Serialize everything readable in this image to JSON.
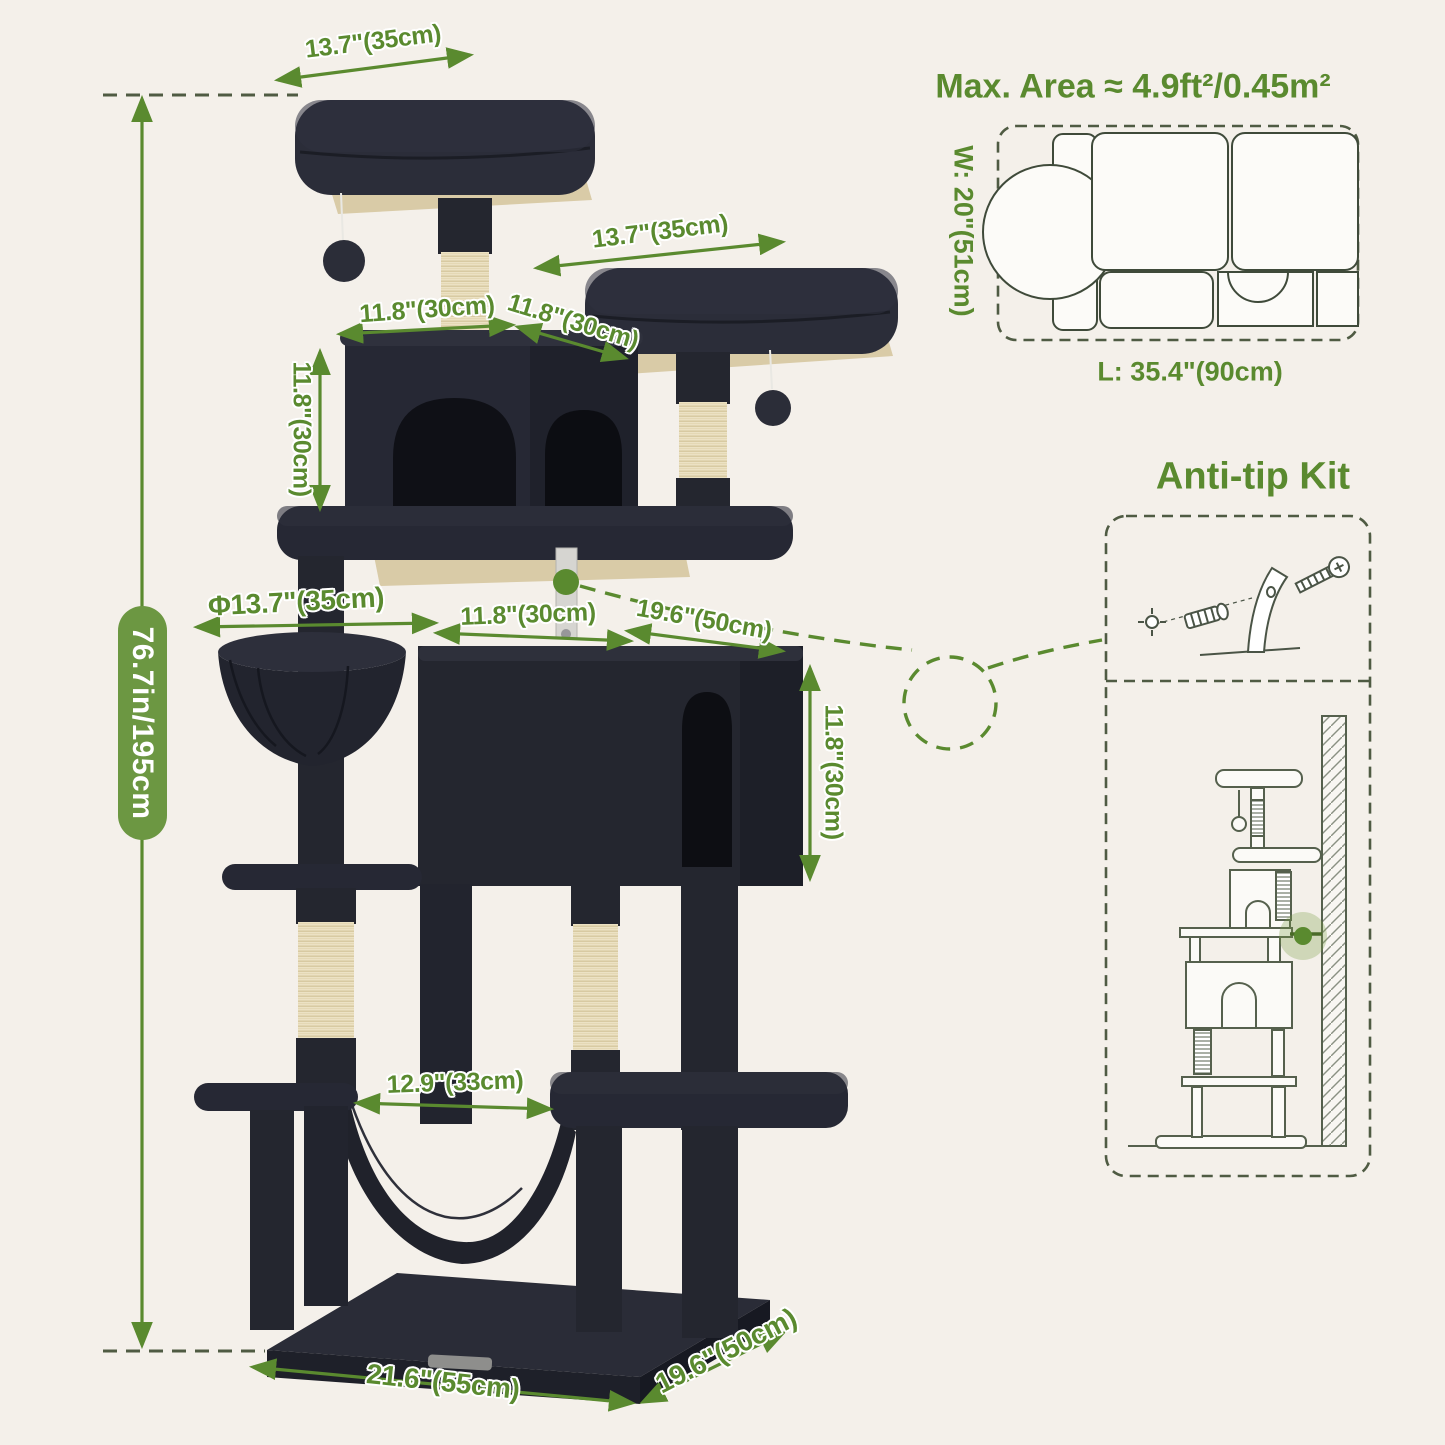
{
  "colors": {
    "background": "#f4f0ea",
    "label_green": "#5a8a2f",
    "pill_green": "#6c9742",
    "reference_dash": "#4f5b43",
    "drawing_stroke": "#55604d",
    "tree_dark": "#282a36",
    "tree_darker": "#1e2029",
    "arch_black": "#0f1016",
    "board_beige": "#d9cba7",
    "sisal": "#ece2c4"
  },
  "product": {
    "total_height": "76.7in/195cm",
    "top_platform_size": "13.7\"(35cm)",
    "upper_platform_size": "13.7\"(35cm)",
    "top_condo_width": "11.8\"(30cm)",
    "top_condo_depth": "11.8\"(30cm)",
    "top_condo_height": "11.8\"(30cm)",
    "basket_diameter": "Φ13.7\"(35cm)",
    "big_condo_width": "11.8\"(30cm)",
    "big_condo_depth": "19.6\"(50cm)",
    "big_condo_height": "11.8\"(30cm)",
    "hammock_width": "12.9\"(33cm)",
    "base_width": "21.6\"(55cm)",
    "base_depth": "19.6\"(50cm)"
  },
  "max_area": {
    "title": "Max. Area ≈ 4.9ft²/0.45m²",
    "width_label": "W: 20\"(51cm)",
    "length_label": "L: 35.4\"(90cm)"
  },
  "anti_tip": {
    "title": "Anti-tip Kit"
  }
}
